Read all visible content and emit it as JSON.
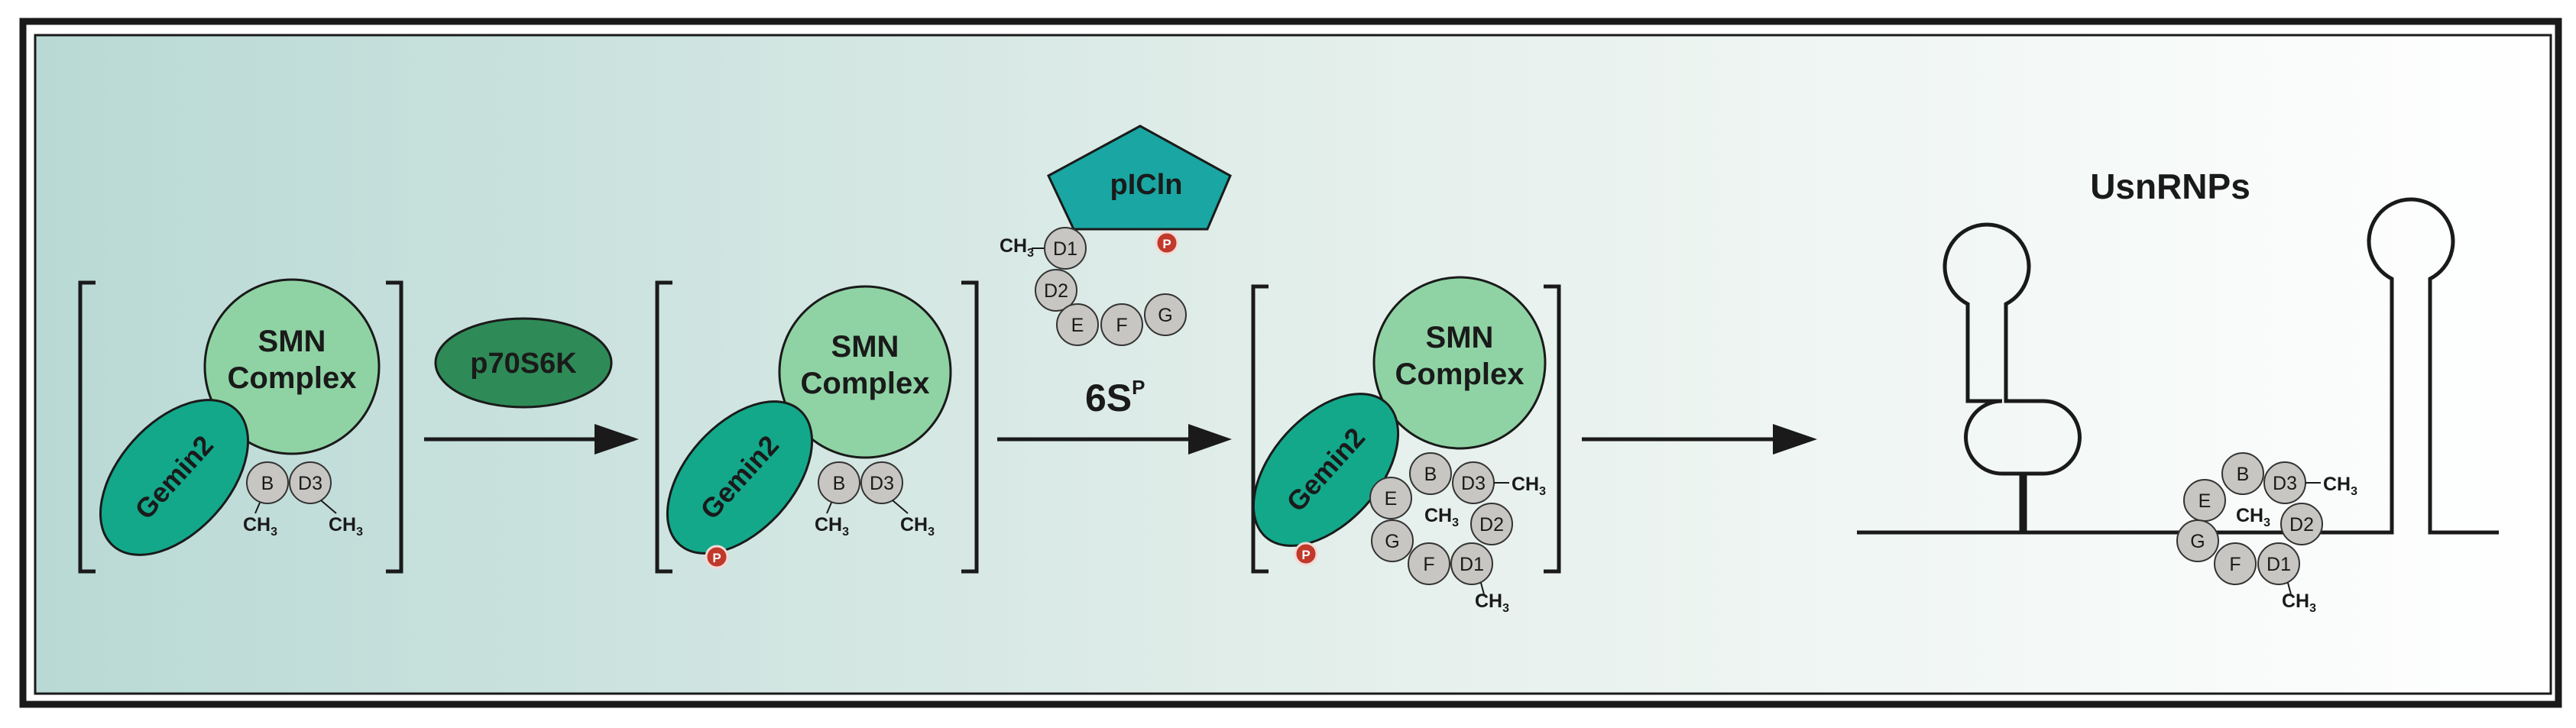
{
  "colors": {
    "smn_fill": "#8fd3a4",
    "gemin2_fill": "#13a88a",
    "kinase_fill": "#2e8b57",
    "picln_fill": "#1aa6a2",
    "bead_fill": "#c8c6c2",
    "phospho_fill": "#c0392b",
    "frame_border": "#1a1a1a",
    "bg_left": "#b9d9d5",
    "bg_right": "#ffffff"
  },
  "labels": {
    "smn_line1": "SMN",
    "smn_line2": "Complex",
    "gemin2": "Gemin2",
    "kinase": "p70S6K",
    "picln": "pICln",
    "six_s": "6S",
    "six_s_sup": "P",
    "usnrnps": "UsnRNPs",
    "phospho": "P",
    "methyl": "CH",
    "methyl_sub": "3"
  },
  "beads": {
    "B": "B",
    "D1": "D1",
    "D2": "D2",
    "D3": "D3",
    "E": "E",
    "F": "F",
    "G": "G"
  }
}
